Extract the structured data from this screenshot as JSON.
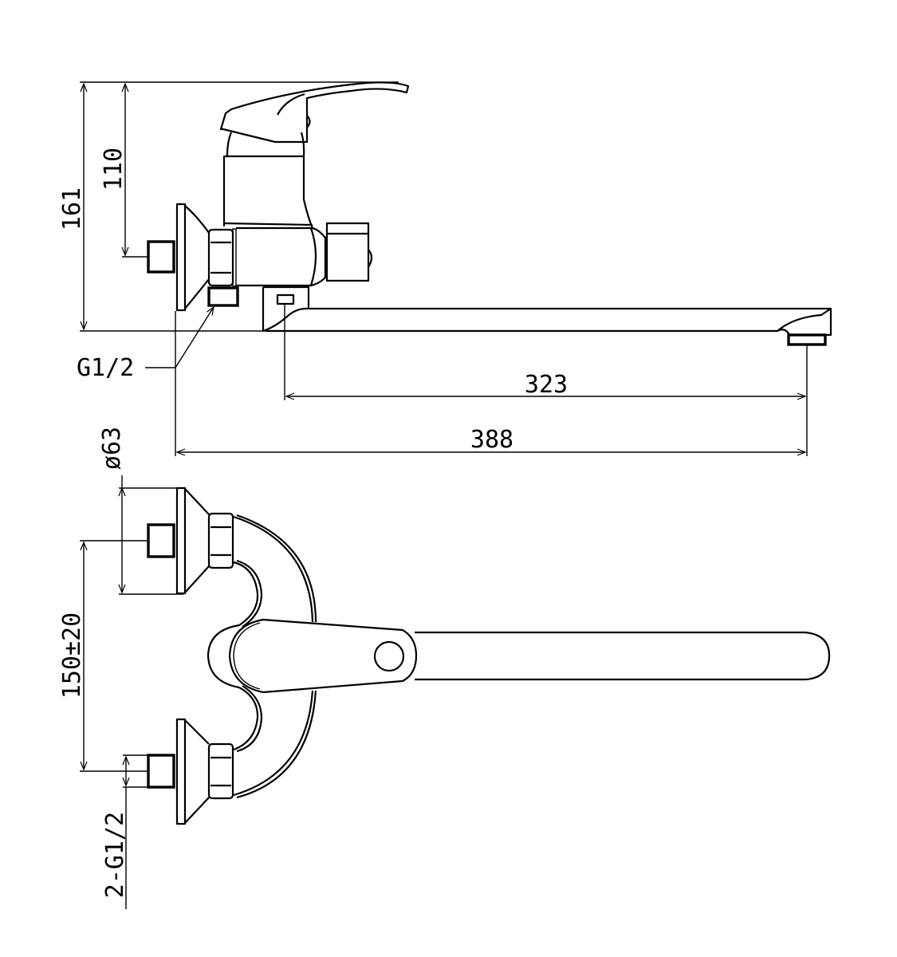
{
  "drawing": {
    "title": "Wall-mounted single-lever mixer, long spout",
    "colors": {
      "line": "#000000",
      "background": "#ffffff"
    },
    "dimensions": {
      "total_height": "161",
      "handle_height": "110",
      "inlet_thread": "G1/2",
      "spout_reach": "323",
      "total_reach": "388",
      "escutcheon_diameter": "ø63",
      "inlet_spacing": "150±20",
      "inlet_threads": "2-G1/2"
    }
  }
}
